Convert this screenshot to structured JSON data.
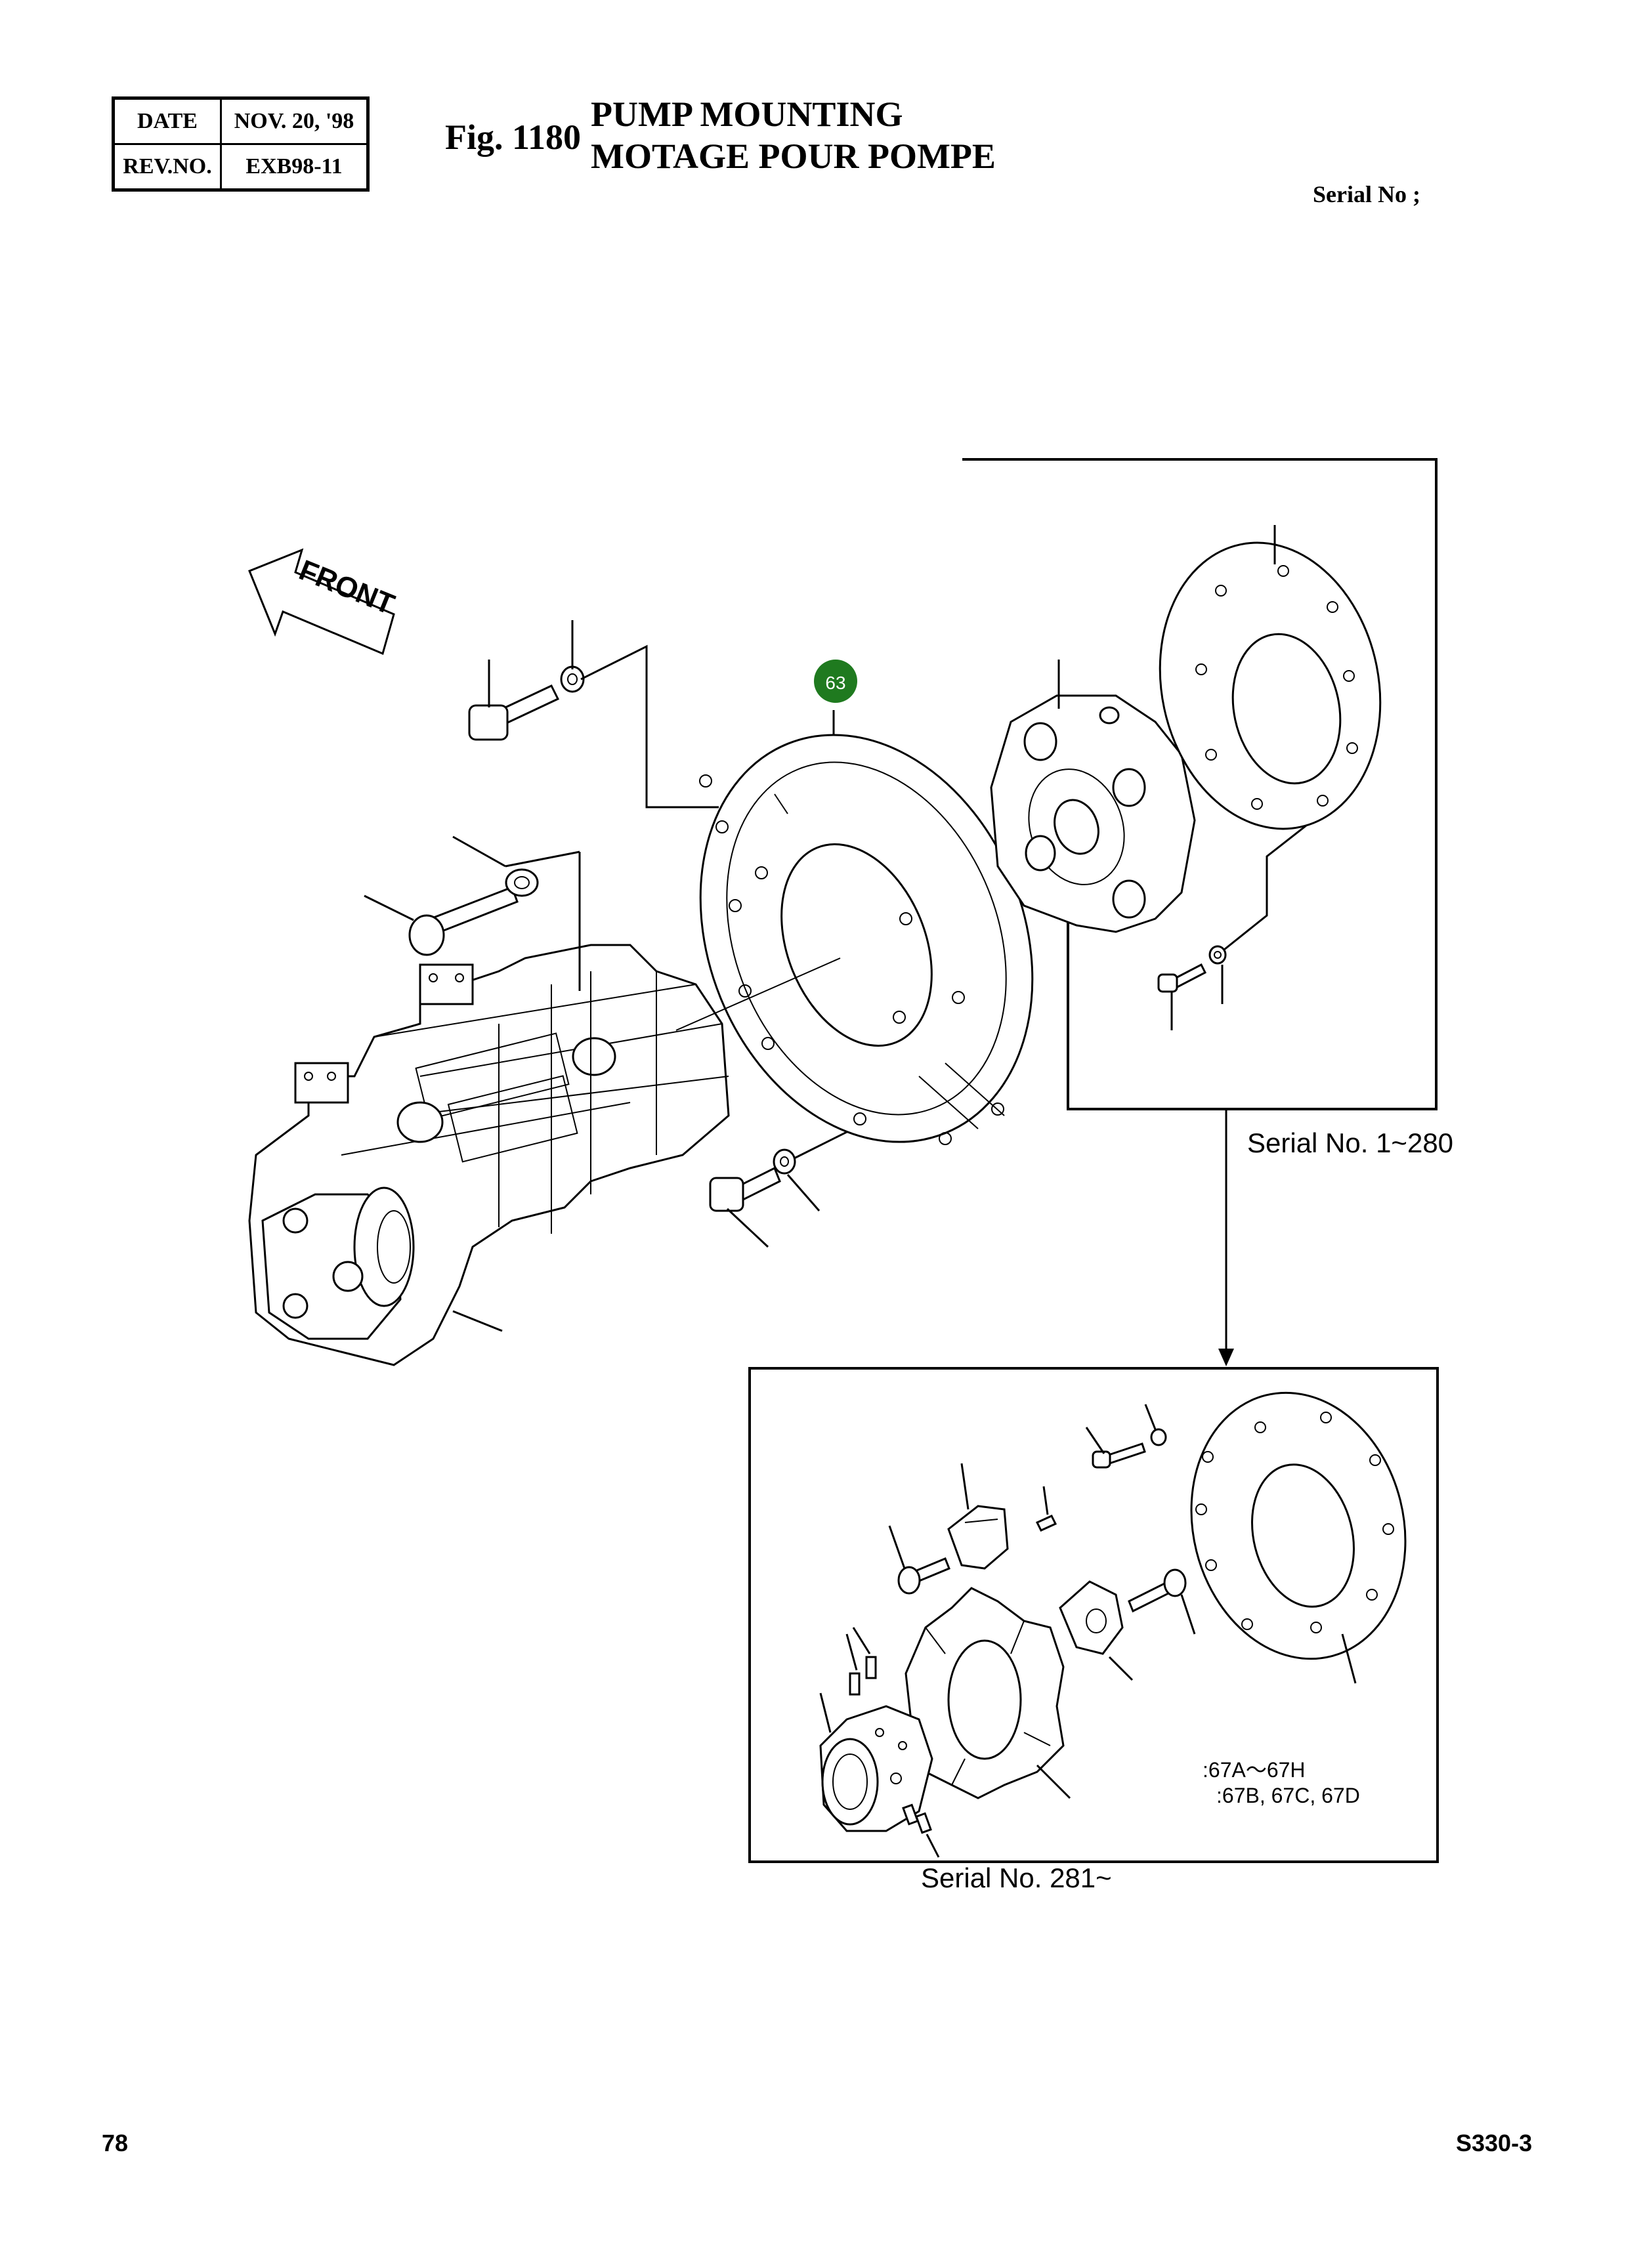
{
  "header": {
    "date_label": "DATE",
    "date_value": "NOV. 20, '98",
    "rev_label": "REV.NO.",
    "rev_value": "EXB98-11"
  },
  "figure": {
    "number": "Fig. 1180",
    "title_en": "PUMP MOUNTING",
    "title_fr": "MOTAGE POUR POMPE",
    "serial_label": "Serial No ;"
  },
  "diagram": {
    "front_label": "FRONT",
    "callout_number": "63",
    "callout_color": "#1f7a1f",
    "caption_old_coupling": "Serial No. 1~280",
    "caption_new_coupling": "Serial No. 281~",
    "legend_line_1": ":67A～67H",
    "legend_line_2": ":67B, 67C, 67D"
  },
  "footer": {
    "page_number": "78",
    "model": "S330-3"
  }
}
